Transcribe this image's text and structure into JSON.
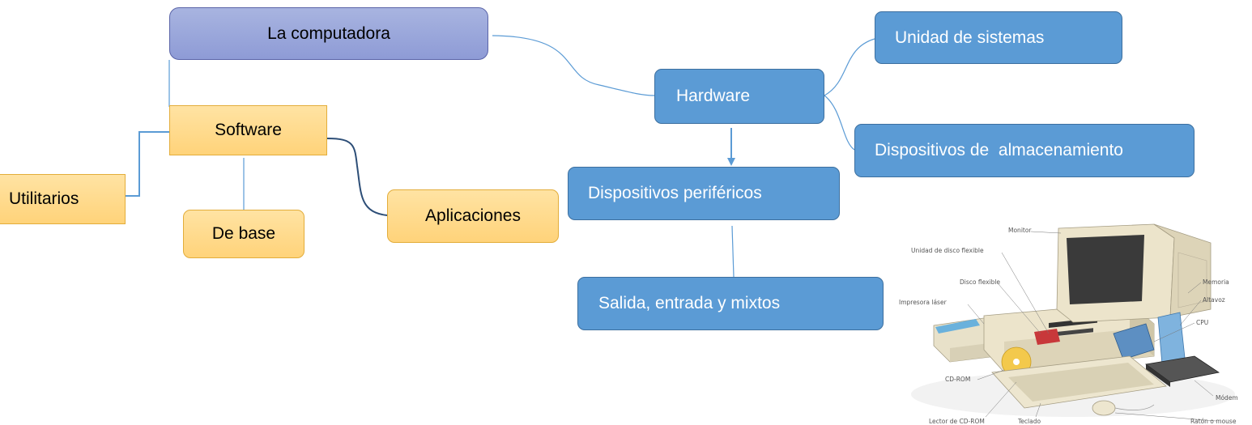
{
  "nodes": {
    "computer": "La computadora",
    "hardware": "Hardware",
    "system_unit": "Unidad de sistemas",
    "storage": "Dispositivos de  almacenamiento",
    "peripherals": "Dispositivos periféricos",
    "io": "Salida, entrada y mixtos",
    "software": "Software",
    "utilities": "Utilitarios",
    "base": "De base",
    "applications": "Aplicaciones"
  },
  "illustration": {
    "labels": {
      "monitor": "Monitor",
      "floppy_drive": "Unidad de disco flexible",
      "floppy_disk": "Disco flexible",
      "laser_printer": "Impresora láser",
      "memory": "Memoria",
      "speaker": "Altavoz",
      "cpu": "CPU",
      "cdrom": "CD-ROM",
      "cdrom_reader": "Lector de CD-ROM",
      "keyboard": "Teclado",
      "modem": "Módem",
      "mouse": "Ratón o mouse"
    }
  },
  "colors": {
    "blue_node": "#5b9bd5",
    "purple_node": "#8e9bd6",
    "yellow_node": "#ffd37a",
    "connector": "#5b9bd5"
  }
}
